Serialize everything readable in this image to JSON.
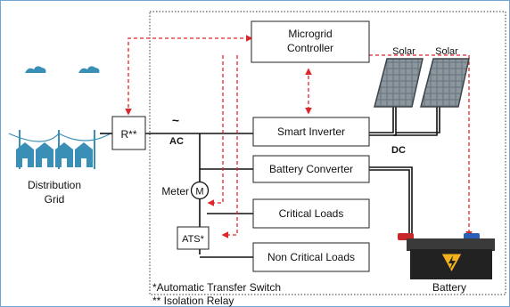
{
  "diagram": {
    "controller_label_1": "Microgrid",
    "controller_label_2": "Controller",
    "smart_inverter": "Smart Inverter",
    "battery_converter": "Battery Converter",
    "critical_loads": "Critical Loads",
    "non_critical_loads": "Non Critical Loads",
    "relay_box": "R**",
    "ats_box": "ATS*",
    "meter_label": "Meter",
    "meter_symbol": "M",
    "ac_symbol": "~",
    "ac_label": "AC",
    "dc_label": "DC",
    "solar_1": "Solar",
    "solar_2": "Solar",
    "grid_label_1": "Distribution",
    "grid_label_2": "Grid",
    "battery_label": "Battery",
    "footnote_1": "*Automatic Transfer Switch",
    "footnote_2": "** Isolation Relay",
    "colors": {
      "control_link": "#e0252a",
      "grid_icon": "#3a8fb7",
      "frame": "#6fa8d6",
      "panel": "#5f6a72",
      "battery_body": "#2b2b2b",
      "warning": "#f2b21b"
    }
  }
}
